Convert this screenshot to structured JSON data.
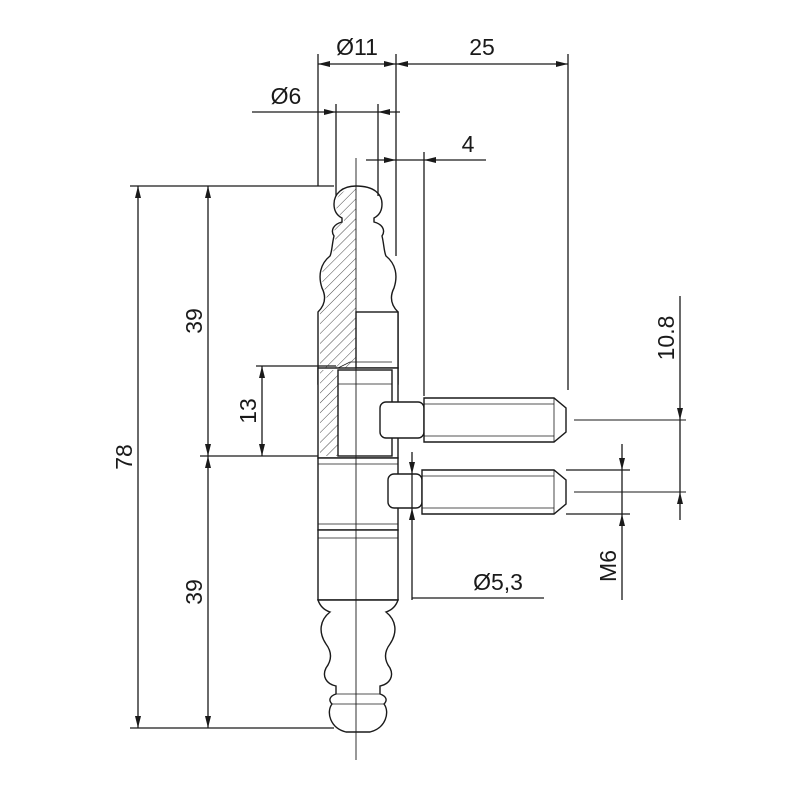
{
  "drawing": {
    "dimensions": {
      "dia_11": "Ø11",
      "dia_6": "Ø6",
      "len_25": "25",
      "len_4": "4",
      "len_39_top": "39",
      "len_13": "13",
      "len_78": "78",
      "len_39_bottom": "39",
      "len_10_8": "10.8",
      "thread_m6": "M6",
      "dia_5_3": "Ø5,3"
    },
    "colors": {
      "line": "#1a1a1a",
      "background": "#ffffff"
    }
  }
}
